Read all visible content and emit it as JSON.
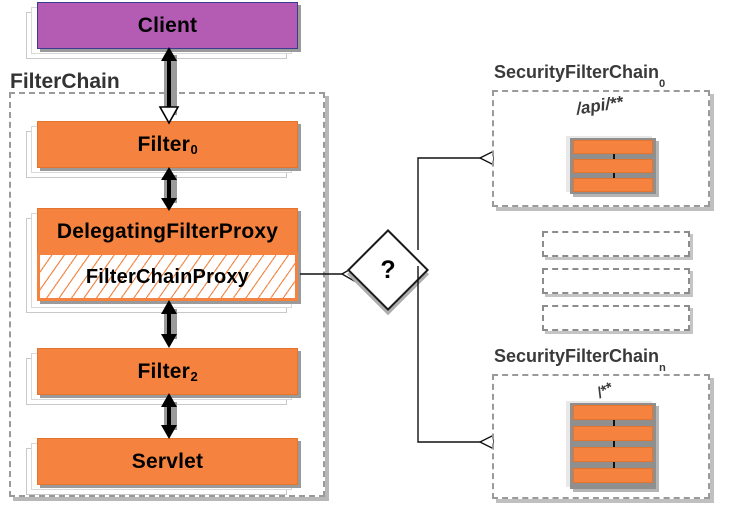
{
  "diagram": {
    "title": "Spring Security FilterChainProxy delegation diagram",
    "colors": {
      "client_fill": "#b45bb4",
      "client_border": "#3b3b8f",
      "filter_fill": "#f5833f",
      "filter_border": "#e2762f",
      "container_dash": "#9a9a9a",
      "shadow": "#9a9a9a",
      "background": "#ffffff",
      "text": "#000000"
    }
  },
  "client": {
    "label": "Client"
  },
  "filter_chain": {
    "label": "FilterChain",
    "nodes": [
      {
        "label": "Filter",
        "subscript": "0"
      },
      {
        "label": "DelegatingFilterProxy",
        "subscript": ""
      },
      {
        "label": "FilterChainProxy",
        "subscript": ""
      },
      {
        "label": "Filter",
        "subscript": "2"
      },
      {
        "label": "Servlet",
        "subscript": ""
      }
    ]
  },
  "decision": {
    "label": "?",
    "shape": "diamond"
  },
  "security_filter_chains": [
    {
      "label": "SecurityFilterChain",
      "subscript": "0",
      "path_pattern": "/api/**",
      "filter_count": 3
    },
    {
      "label": "SecurityFilterChain",
      "subscript": "n",
      "path_pattern": "/**",
      "filter_count": 4
    }
  ],
  "middle_placeholder": {
    "rows": 3,
    "meaning": "additional-security-filter-chains"
  },
  "connectors": {
    "client_to_filter0": "bidirectional-vertical-arrow",
    "filter0_to_dfp": "bidirectional-vertical-arrow",
    "fcp_to_filter2": "bidirectional-vertical-arrow",
    "filter2_to_servlet": "bidirectional-vertical-arrow",
    "fcp_to_decision": "line-with-arrow",
    "decision_to_chain0": "line-with-arrow",
    "decision_to_chainn": "line-with-arrow"
  }
}
